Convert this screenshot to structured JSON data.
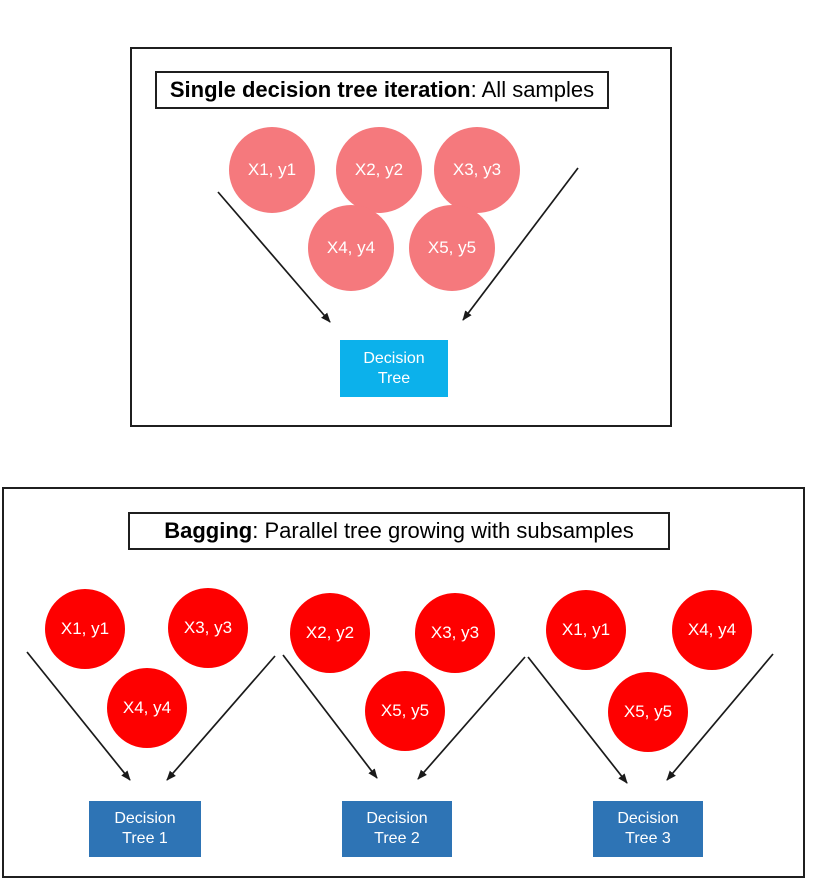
{
  "colors": {
    "panel-border": "#1f1f1f",
    "salmon": "#f5797d",
    "red": "#fe0000",
    "cyan": "#0cb1eb",
    "steel": "#2e74b5",
    "arrow": "#1a1a1a"
  },
  "top_panel": {
    "title_bold": "Single decision tree iteration",
    "title_rest": ": All samples",
    "circles": [
      {
        "label": "X1, y1"
      },
      {
        "label": "X2, y2"
      },
      {
        "label": "X3, y3"
      },
      {
        "label": "X4, y4"
      },
      {
        "label": "X5, y5"
      }
    ],
    "box_label": "Decision\nTree"
  },
  "bottom_panel": {
    "title_bold": "Bagging",
    "title_rest": ": Parallel tree growing with subsamples",
    "groups": [
      {
        "circles": [
          {
            "label": "X1, y1"
          },
          {
            "label": "X3, y3"
          },
          {
            "label": "X4, y4"
          }
        ],
        "box_label": "Decision\nTree 1"
      },
      {
        "circles": [
          {
            "label": "X2, y2"
          },
          {
            "label": "X3, y3"
          },
          {
            "label": "X5, y5"
          }
        ],
        "box_label": "Decision\nTree 2"
      },
      {
        "circles": [
          {
            "label": "X1, y1"
          },
          {
            "label": "X4, y4"
          },
          {
            "label": "X5, y5"
          }
        ],
        "box_label": "Decision\nTree 3"
      }
    ]
  }
}
